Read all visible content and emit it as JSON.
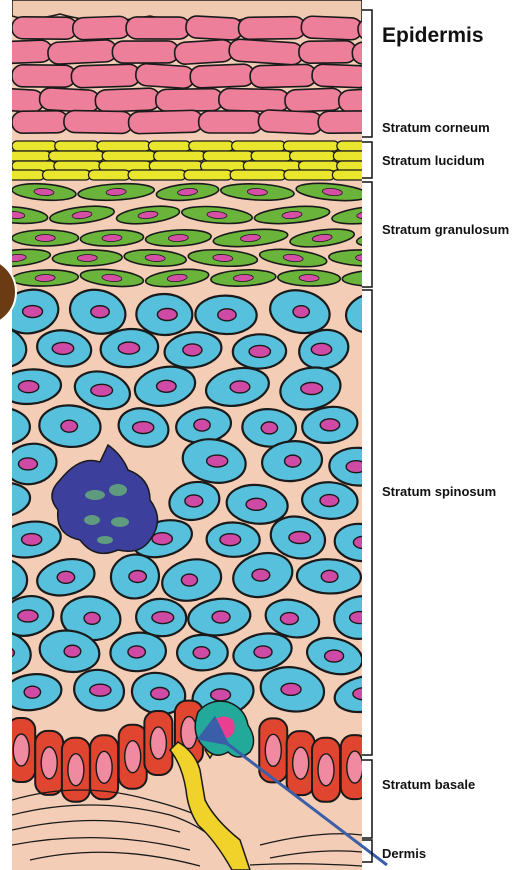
{
  "labels": {
    "epidermis": "Epidermis",
    "corneum": "Stratum corneum",
    "lucidum": "Stratum lucidum",
    "granulosum": "Stratum granulosum",
    "spinosum": "Stratum spinosum",
    "basale": "Stratum basale",
    "dermis": "Dermis"
  },
  "colors": {
    "background_tissue": "#f3cdb6",
    "corneum_cells": "#ee7f9a",
    "lucidum_cells": "#e9e62d",
    "granulosum_cells": "#6bb43c",
    "granulosum_nuclei": "#d54fa7",
    "spinosum_cells": "#57c0dc",
    "spinosum_nuclei": "#cf4aa5",
    "melanocyte": "#3c3f9c",
    "basale_cells": "#e0452f",
    "basale_nuclei": "#f08aa0",
    "merkel_cell": "#23a99a",
    "nerve": "#f1d22a",
    "arrow": "#3b5ea8",
    "outline": "#1a1a1a"
  }
}
